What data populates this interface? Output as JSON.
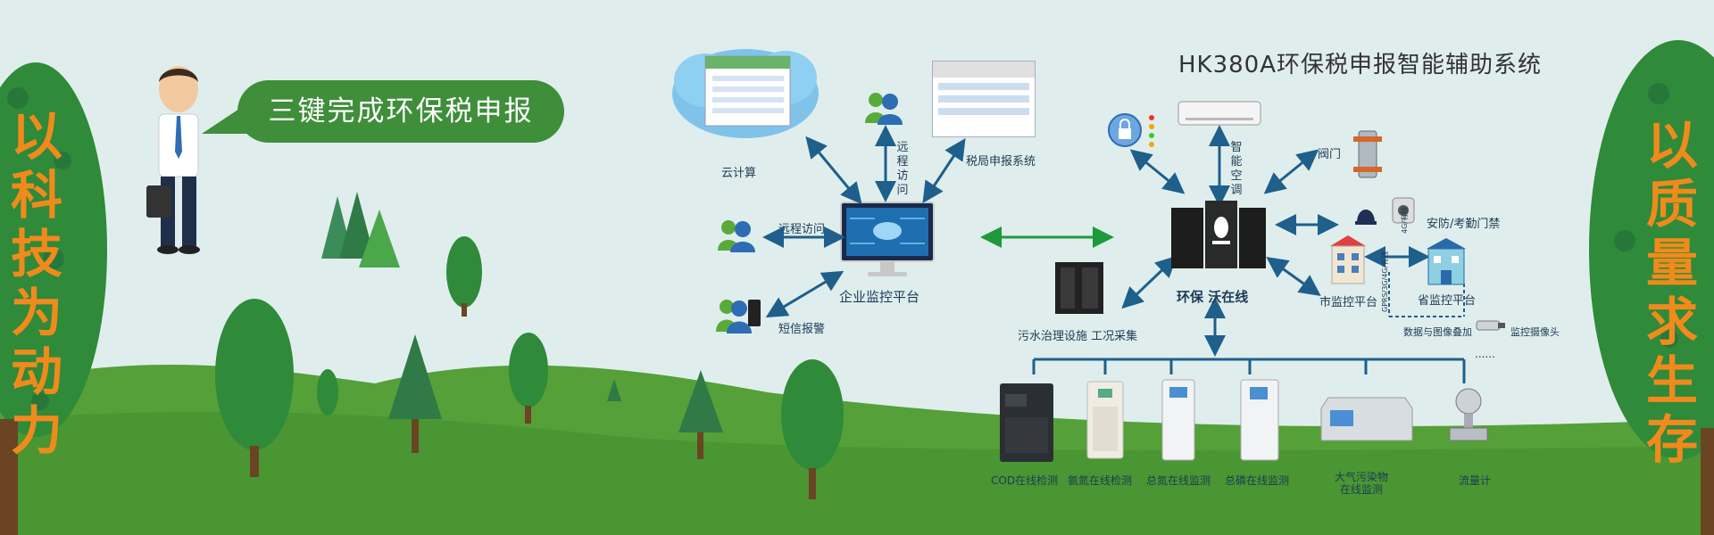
{
  "banner": {
    "text": "三键完成环保税申报"
  },
  "title": {
    "text": "HK380A环保税申报智能辅助系统"
  },
  "left_slogan": {
    "text": "以科技为动力"
  },
  "right_slogan": {
    "text": "以质量求生存"
  },
  "left_panel": {
    "cloud_label": "云计算",
    "remote_access_top": "远程访问",
    "tax_system_label": "税局申报系统",
    "remote_access_left": "远程访问",
    "sms_alarm_label": "短信报警",
    "enterprise_platform_label": "企业监控平台"
  },
  "right_panel": {
    "smart_ac_label": "智能空调",
    "valve_label": "阀门",
    "security_label": "安防/考勤门禁",
    "city_platform_label": "市监控平台",
    "province_platform_label": "省监控平台",
    "data_overlay_label": "数据与图像叠加",
    "camera_label": "监控摄像头",
    "env_online_label": "环保",
    "env_online_brand": "沃在线",
    "sewage_label": "污水治理设施  工况采集",
    "link_text_1": "GPRS/3G/4G/有线",
    "link_text_2": "4G/有线",
    "dots": "......"
  },
  "devices": [
    {
      "label": "COD在线检测"
    },
    {
      "label": "氨氮在线检测"
    },
    {
      "label": "总氮在线监测"
    },
    {
      "label": "总磷在线监测"
    },
    {
      "label": "大气污染物\n在线监测"
    },
    {
      "label": "流量计"
    }
  ],
  "colors": {
    "background": "#dfeeed",
    "grass": "#55a038",
    "banner": "#3e8e3a",
    "slogan": "#f08a1c",
    "arrow_blue": "#1f5f8b",
    "arrow_green": "#1e9a3a"
  }
}
